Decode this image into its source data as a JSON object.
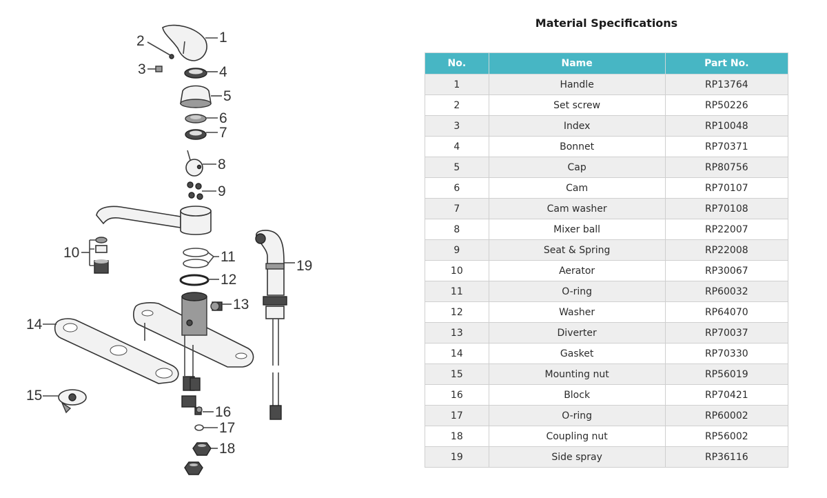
{
  "diagram": {
    "callouts": [
      "1",
      "2",
      "3",
      "4",
      "5",
      "6",
      "7",
      "8",
      "9",
      "10",
      "11",
      "12",
      "13",
      "14",
      "15",
      "16",
      "17",
      "18",
      "19"
    ]
  },
  "table": {
    "title": "Material Specifications",
    "headers": [
      "No.",
      "Name",
      "Part No."
    ],
    "rows": [
      {
        "no": "1",
        "name": "Handle",
        "part": "RP13764"
      },
      {
        "no": "2",
        "name": "Set screw",
        "part": "RP50226"
      },
      {
        "no": "3",
        "name": "Index",
        "part": "RP10048"
      },
      {
        "no": "4",
        "name": "Bonnet",
        "part": "RP70371"
      },
      {
        "no": "5",
        "name": "Cap",
        "part": "RP80756"
      },
      {
        "no": "6",
        "name": "Cam",
        "part": "RP70107"
      },
      {
        "no": "7",
        "name": "Cam washer",
        "part": "RP70108"
      },
      {
        "no": "8",
        "name": "Mixer ball",
        "part": "RP22007"
      },
      {
        "no": "9",
        "name": "Seat & Spring",
        "part": "RP22008"
      },
      {
        "no": "10",
        "name": "Aerator",
        "part": "RP30067"
      },
      {
        "no": "11",
        "name": "O-ring",
        "part": "RP60032"
      },
      {
        "no": "12",
        "name": "Washer",
        "part": "RP64070"
      },
      {
        "no": "13",
        "name": "Diverter",
        "part": "RP70037"
      },
      {
        "no": "14",
        "name": "Gasket",
        "part": "RP70330"
      },
      {
        "no": "15",
        "name": "Mounting nut",
        "part": "RP56019"
      },
      {
        "no": "16",
        "name": "Block",
        "part": "RP70421"
      },
      {
        "no": "17",
        "name": "O-ring",
        "part": "RP60002"
      },
      {
        "no": "18",
        "name": "Coupling nut",
        "part": "RP56002"
      },
      {
        "no": "19",
        "name": "Side spray",
        "part": "RP36116"
      }
    ]
  }
}
